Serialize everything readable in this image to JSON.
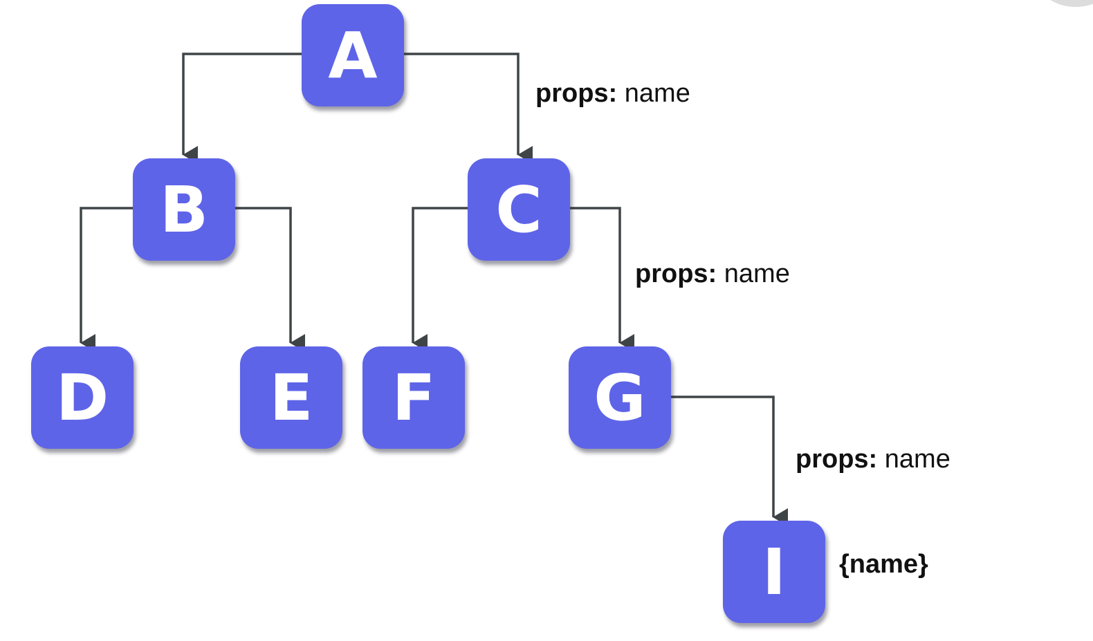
{
  "colors": {
    "node_fill": "#5e64e8",
    "edge_stroke": "#3f4447",
    "node_text": "#ffffff"
  },
  "nodes": {
    "a": {
      "label": "A"
    },
    "b": {
      "label": "B"
    },
    "c": {
      "label": "C"
    },
    "d": {
      "label": "D"
    },
    "e": {
      "label": "E"
    },
    "f": {
      "label": "F"
    },
    "g": {
      "label": "G"
    },
    "i": {
      "label": "I"
    }
  },
  "edges": [
    {
      "from": "A",
      "to": "B"
    },
    {
      "from": "A",
      "to": "C",
      "label_key": "props:",
      "label_value": "name"
    },
    {
      "from": "B",
      "to": "D"
    },
    {
      "from": "B",
      "to": "E"
    },
    {
      "from": "C",
      "to": "F"
    },
    {
      "from": "C",
      "to": "G",
      "label_key": "props:",
      "label_value": "name"
    },
    {
      "from": "G",
      "to": "I",
      "label_key": "props:",
      "label_value": "name"
    }
  ],
  "node_i_note": "{name}"
}
